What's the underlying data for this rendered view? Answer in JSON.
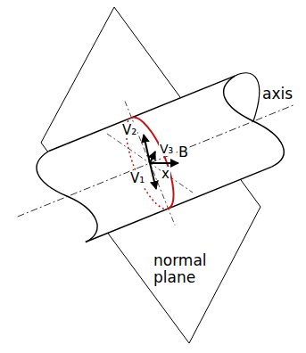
{
  "diagram": {
    "labels": [
      "axis",
      "V₂",
      "V₃",
      "B",
      "V₁",
      "x",
      "normal plane"
    ]
  }
}
